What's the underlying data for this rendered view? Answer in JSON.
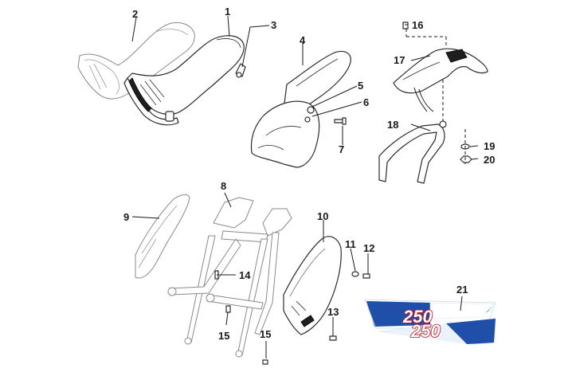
{
  "callouts": {
    "c1": "1",
    "c2": "2",
    "c3": "3",
    "c4": "4",
    "c5": "5",
    "c6": "6",
    "c7": "7",
    "c8": "8",
    "c9": "9",
    "c10": "10",
    "c11": "11",
    "c12": "12",
    "c13": "13",
    "c14": "14",
    "c15a": "15",
    "c15b": "15",
    "c16": "16",
    "c17": "17",
    "c18": "18",
    "c19": "19",
    "c20": "20",
    "c21": "21"
  },
  "decal": {
    "text_upper": "250",
    "text_lower": "250",
    "colors": {
      "blue": "#1f4fa8",
      "light_blue": "#6ab0e6",
      "red_outline": "#b8121d"
    }
  },
  "icons": [
    "seat",
    "seat-alt",
    "seat-bracket",
    "rear-fender",
    "rear-fender-top",
    "grab-rail",
    "tail-bracket",
    "side-cover-left",
    "side-cover-right",
    "subframe",
    "bolt",
    "washer",
    "nut"
  ]
}
